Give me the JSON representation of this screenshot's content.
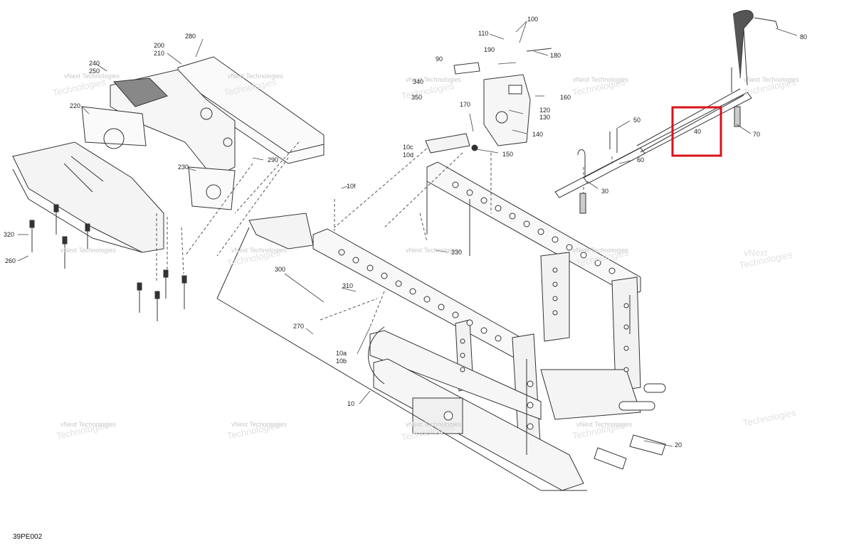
{
  "drawing_code": "39PE002",
  "watermark_lines": [
    "vNext Technologies",
    "vNext",
    "Technologies"
  ],
  "callouts": {
    "c10": "10",
    "c10a": "10a",
    "c10b": "10b",
    "c10c": "10c",
    "c10d": "10d",
    "c10f": "10f",
    "c20": "20",
    "c30": "30",
    "c40": "40",
    "c50": "50",
    "c60": "60",
    "c70": "70",
    "c80": "80",
    "c90": "90",
    "c100": "100",
    "c110": "110",
    "c120": "120",
    "c130": "130",
    "c140": "140",
    "c150": "150",
    "c160": "160",
    "c170": "170",
    "c180": "180",
    "c190": "190",
    "c200": "200",
    "c210": "210",
    "c220": "220",
    "c230": "230",
    "c240": "240",
    "c250": "250",
    "c260": "260",
    "c270": "270",
    "c280": "280",
    "c290": "290",
    "c300": "300",
    "c310": "310",
    "c320": "320",
    "c330": "330",
    "c340": "340",
    "c350": "350"
  },
  "highlighted_part": "40",
  "colors": {
    "line": "#333333",
    "highlight": "#d9121a",
    "watermark": "#c8c8c8"
  }
}
